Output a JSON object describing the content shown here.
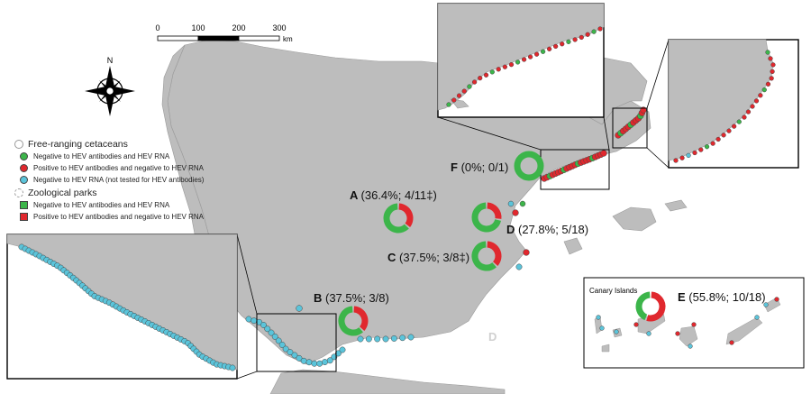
{
  "scale_bar": {
    "ticks": [
      "0",
      "100",
      "200",
      "300"
    ],
    "unit": "km"
  },
  "north_label": "N",
  "legend": {
    "cetaceans_heading": "Free-ranging cetaceans",
    "cetacean_items": [
      {
        "label": "Negative to HEV antibodies and HEV RNA",
        "color": "#3cb54a"
      },
      {
        "label": "Positive to HEV antibodies and negative to HEV RNA",
        "color": "#e0282e"
      },
      {
        "label": "Negative to HEV RNA (not tested for HEV antibodies)",
        "color": "#5bc4da"
      }
    ],
    "parks_heading": "Zoological parks",
    "park_items": [
      {
        "label": "Negative to HEV antibodies and HEV RNA",
        "color": "#3cb54a"
      },
      {
        "label": "Positive to HEV antibodies and negative to HEV RNA",
        "color": "#e0282e"
      }
    ]
  },
  "parks": [
    {
      "id": "A",
      "label": "(36.4%; 4/11‡)",
      "positive": 4,
      "total": 11
    },
    {
      "id": "B",
      "label": "(37.5%; 3/8)",
      "positive": 3,
      "total": 8
    },
    {
      "id": "C",
      "label": "(37.5%; 3/8‡)",
      "positive": 3,
      "total": 8
    },
    {
      "id": "D",
      "label": "(27.8%; 5/18)",
      "positive": 5,
      "total": 18
    },
    {
      "id": "E",
      "label": "(55.8%; 10/18)",
      "positive": 10,
      "total": 18
    },
    {
      "id": "F",
      "label": "(0%; 0/1)",
      "positive": 0,
      "total": 1
    }
  ],
  "canary_title": "Canary Islands",
  "faint_label": "D",
  "colors": {
    "land": "#bdbdbd",
    "sea": "#ffffff",
    "positive": "#e0282e",
    "negative": "#3cb54a",
    "untested": "#5bc4da"
  }
}
